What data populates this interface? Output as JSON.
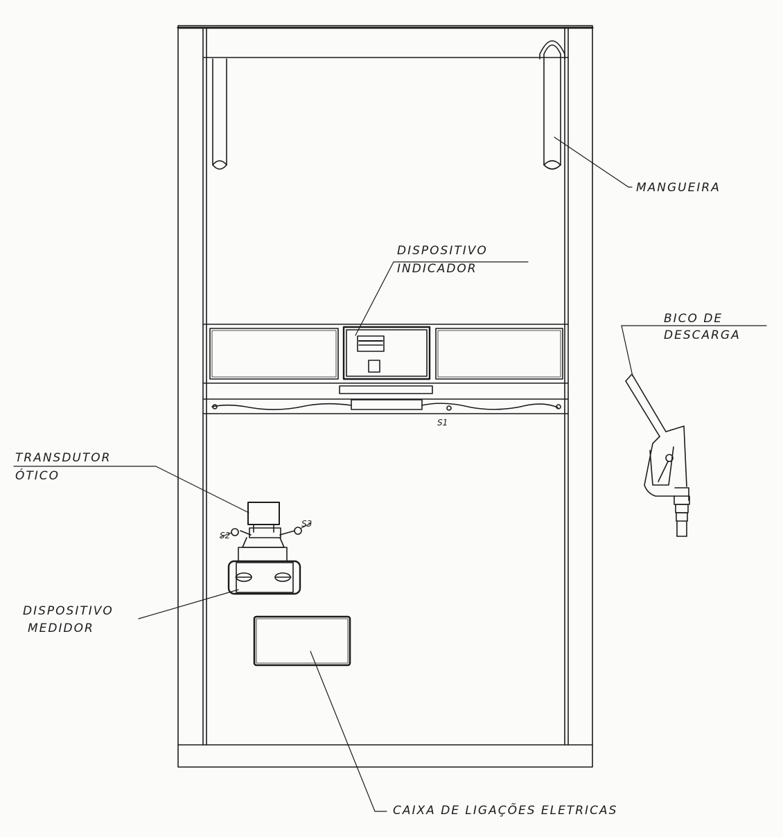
{
  "labels": {
    "mangueira": "MANGUEIRA",
    "dispositivo_indicador_1": "DISPOSITIVO",
    "dispositivo_indicador_2": "INDICADOR",
    "bico_1": "BICO DE",
    "bico_2": "DESCARGA",
    "transdutor_1": "TRANSDUTOR",
    "transdutor_2": "ÓTICO",
    "dispositivo_medidor_1": "DISPOSITIVO",
    "dispositivo_medidor_2": "MEDIDOR",
    "caixa": "CAIXA DE LIGAÇÕES ELETRICAS",
    "s1": "S1",
    "s2": "S2",
    "s3": "S3"
  },
  "colors": {
    "ink": "#1b1b1b",
    "paper": "#fbfbfa"
  }
}
